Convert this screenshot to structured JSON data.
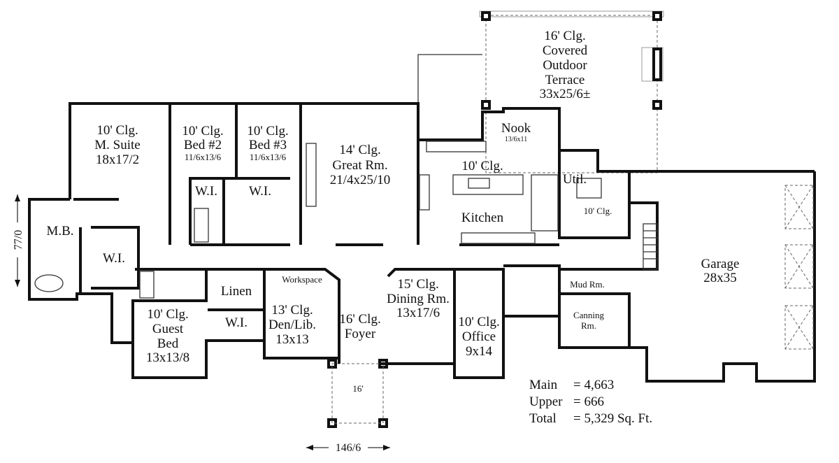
{
  "title": "Main Floor Plan",
  "rooms": {
    "m_suite": {
      "clg": "10' Clg.",
      "name": "M. Suite",
      "size": "18x17/2"
    },
    "bed2": {
      "clg": "10' Clg.",
      "name": "Bed #2",
      "size": "11/6x13/6"
    },
    "bed3": {
      "clg": "10' Clg.",
      "name": "Bed #3",
      "size": "11/6x13/6"
    },
    "great": {
      "clg": "14' Clg.",
      "name": "Great Rm.",
      "size": "21/4x25/10"
    },
    "kitchen": {
      "clg": "10' Clg.",
      "name": "Kitchen"
    },
    "nook": {
      "name": "Nook",
      "size": "13/6x11"
    },
    "terrace": {
      "clg": "16' Clg.",
      "l1": "Covered",
      "l2": "Outdoor",
      "l3": "Terrace",
      "size": "33x25/6±"
    },
    "util": {
      "name": "Util.",
      "clg": "10' Clg."
    },
    "garage": {
      "name": "Garage",
      "size": "28x35"
    },
    "mb": {
      "name": "M.B."
    },
    "wi_master": {
      "name": "W.I."
    },
    "wi_bed2": {
      "name": "W.I."
    },
    "wi_bed3": {
      "name": "W.I."
    },
    "wi_guest": {
      "name": "W.I."
    },
    "linen": {
      "name": "Linen"
    },
    "workspace": {
      "name": "Workspace"
    },
    "guest": {
      "clg": "10' Clg.",
      "l1": "Guest",
      "l2": "Bed",
      "size": "13x13/8"
    },
    "den": {
      "clg": "13' Clg.",
      "name": "Den/Lib.",
      "size": "13x13"
    },
    "foyer": {
      "clg": "16' Clg.",
      "name": "Foyer"
    },
    "dining": {
      "clg": "15' Clg.",
      "name": "Dining Rm.",
      "size": "13x17/6"
    },
    "office": {
      "clg": "10' Clg.",
      "name": "Office",
      "size": "9x14"
    },
    "mud": {
      "name": "Mud Rm."
    },
    "canning": {
      "l1": "Canning",
      "l2": "Rm."
    },
    "porch": {
      "size": "16'"
    }
  },
  "dimensions": {
    "width": "146/6",
    "depth": "77/0"
  },
  "areas": [
    {
      "label": "Main",
      "value": "= 4,663"
    },
    {
      "label": "Upper",
      "value": "= 666"
    },
    {
      "label": "Total",
      "value": "= 5,329 Sq. Ft."
    }
  ]
}
